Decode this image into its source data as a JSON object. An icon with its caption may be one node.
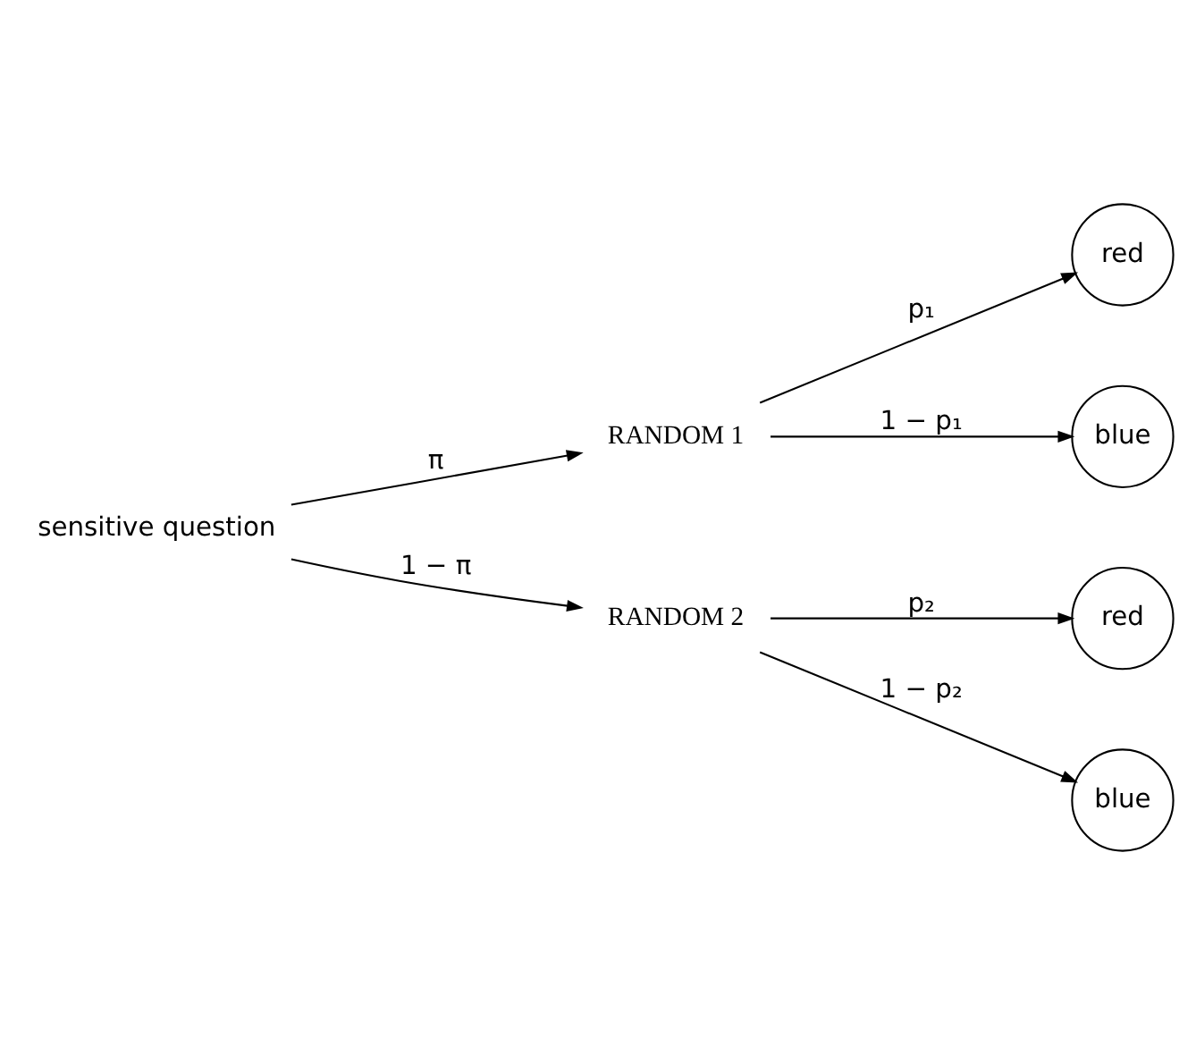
{
  "diagram": {
    "nodes": [
      {
        "text": [
          "sensitive question"
        ]
      },
      {
        "text": [
          "RANDOM 1"
        ]
      },
      {
        "text": [
          "red"
        ]
      },
      {
        "text": [
          "blue"
        ]
      },
      {
        "text": [
          "RANDOM 2"
        ]
      },
      {
        "text": [
          "red"
        ]
      },
      {
        "text": [
          "blue"
        ]
      }
    ],
    "edges": [
      {
        "from": 0,
        "to": 1,
        "arrow": "to",
        "label": "π"
      },
      {
        "from": 0,
        "to": 4,
        "arrow": "to",
        "label": "1 − π"
      },
      {
        "from": 1,
        "to": 2,
        "arrow": "to",
        "label": "p₁"
      },
      {
        "from": 1,
        "to": 3,
        "arrow": "to",
        "label": "1 − p₁"
      },
      {
        "from": 4,
        "to": 5,
        "arrow": "to",
        "label": "p₂"
      },
      {
        "from": 4,
        "to": 6,
        "arrow": "to",
        "label": "1 − p₂"
      }
    ]
  }
}
